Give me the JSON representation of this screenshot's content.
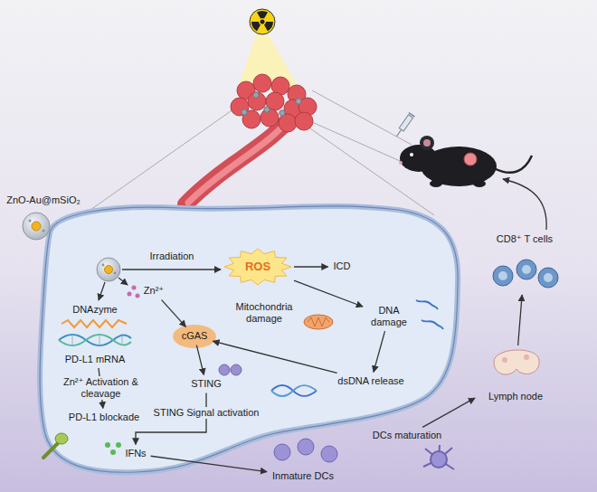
{
  "diagram": {
    "nodes": [
      {
        "text": [
          "ZnO-Au@mSiO₂"
        ]
      },
      {
        "text": [
          "ROS"
        ]
      },
      {
        "text": [
          "ICD"
        ]
      },
      {
        "text": [
          "DNA damage"
        ]
      },
      {
        "text": [
          "dsDNA release"
        ]
      },
      {
        "text": [
          "Zn²⁺"
        ]
      },
      {
        "text": [
          "cGAS"
        ]
      },
      {
        "text": [
          "STING"
        ]
      },
      {
        "text": [
          "IFNs"
        ]
      },
      {
        "text": [
          "DNAzyme",
          "PD-L1 mRNA"
        ]
      },
      {
        "text": [
          "PD-L1 blockade"
        ]
      },
      {
        "text": [
          "Inmature DCs"
        ]
      },
      {
        "text": [
          "DCs maturation"
        ]
      },
      {
        "text": [
          "Lymph node"
        ]
      },
      {
        "text": [
          "CD8⁺ T cells"
        ]
      }
    ],
    "edges": [
      {
        "from": 1,
        "to": 2,
        "arrow": "to"
      },
      {
        "from": 1,
        "to": 3,
        "arrow": "to"
      },
      {
        "from": 3,
        "to": 4,
        "arrow": "to"
      },
      {
        "from": 4,
        "to": 6,
        "arrow": "to"
      },
      {
        "from": 5,
        "to": 6,
        "arrow": "to"
      },
      {
        "from": 6,
        "to": 7,
        "arrow": "to"
      },
      {
        "from": 7,
        "to": 8,
        "label": "STING Signal activation",
        "arrow": "to"
      },
      {
        "from": 9,
        "to": 10,
        "label": "Zn²⁺ Activation & cleavage",
        "arrow": "to"
      },
      {
        "from": 8,
        "to": 11,
        "arrow": "to"
      },
      {
        "from": 12,
        "to": 13,
        "arrow": "to"
      },
      {
        "from": 13,
        "to": 14,
        "arrow": "to"
      }
    ],
    "labels": [
      "Irradiation",
      "Mitochondria damage"
    ]
  }
}
